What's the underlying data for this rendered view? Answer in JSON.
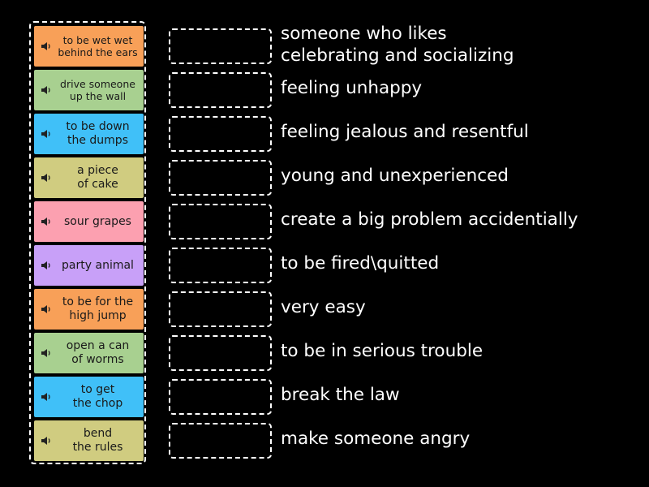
{
  "tiles": [
    {
      "text": "to be wet wet\nbehind the ears",
      "color": "#f8a058",
      "icon": "speaker-icon"
    },
    {
      "text": "drive someone\nup the wall",
      "color": "#a8d090",
      "icon": "speaker-icon"
    },
    {
      "text": "to be down\nthe dumps",
      "color": "#40c0f8",
      "icon": "speaker-icon"
    },
    {
      "text": "a piece\nof cake",
      "color": "#d0cc80",
      "icon": "speaker-icon"
    },
    {
      "text": "sour grapes",
      "color": "#fca0b0",
      "icon": "speaker-icon"
    },
    {
      "text": "party animal",
      "color": "#c8a0f8",
      "icon": "speaker-icon"
    },
    {
      "text": "to be for the\nhigh jump",
      "color": "#f8a058",
      "icon": "speaker-icon"
    },
    {
      "text": "open a can\nof worms",
      "color": "#a8d090",
      "icon": "speaker-icon"
    },
    {
      "text": "to get\nthe chop",
      "color": "#40c0f8",
      "icon": "speaker-icon"
    },
    {
      "text": "bend\nthe rules",
      "color": "#d0cc80",
      "icon": "speaker-icon"
    }
  ],
  "definitions": [
    "someone who likes\ncelebrating and socializing",
    "feeling unhappy",
    "feeling jealous and resentful",
    "young and unexperienced",
    "create a big problem accidentially",
    "to be fired\\quitted",
    "very easy",
    "to be in serious trouble",
    "break the law",
    "make someone angry"
  ]
}
